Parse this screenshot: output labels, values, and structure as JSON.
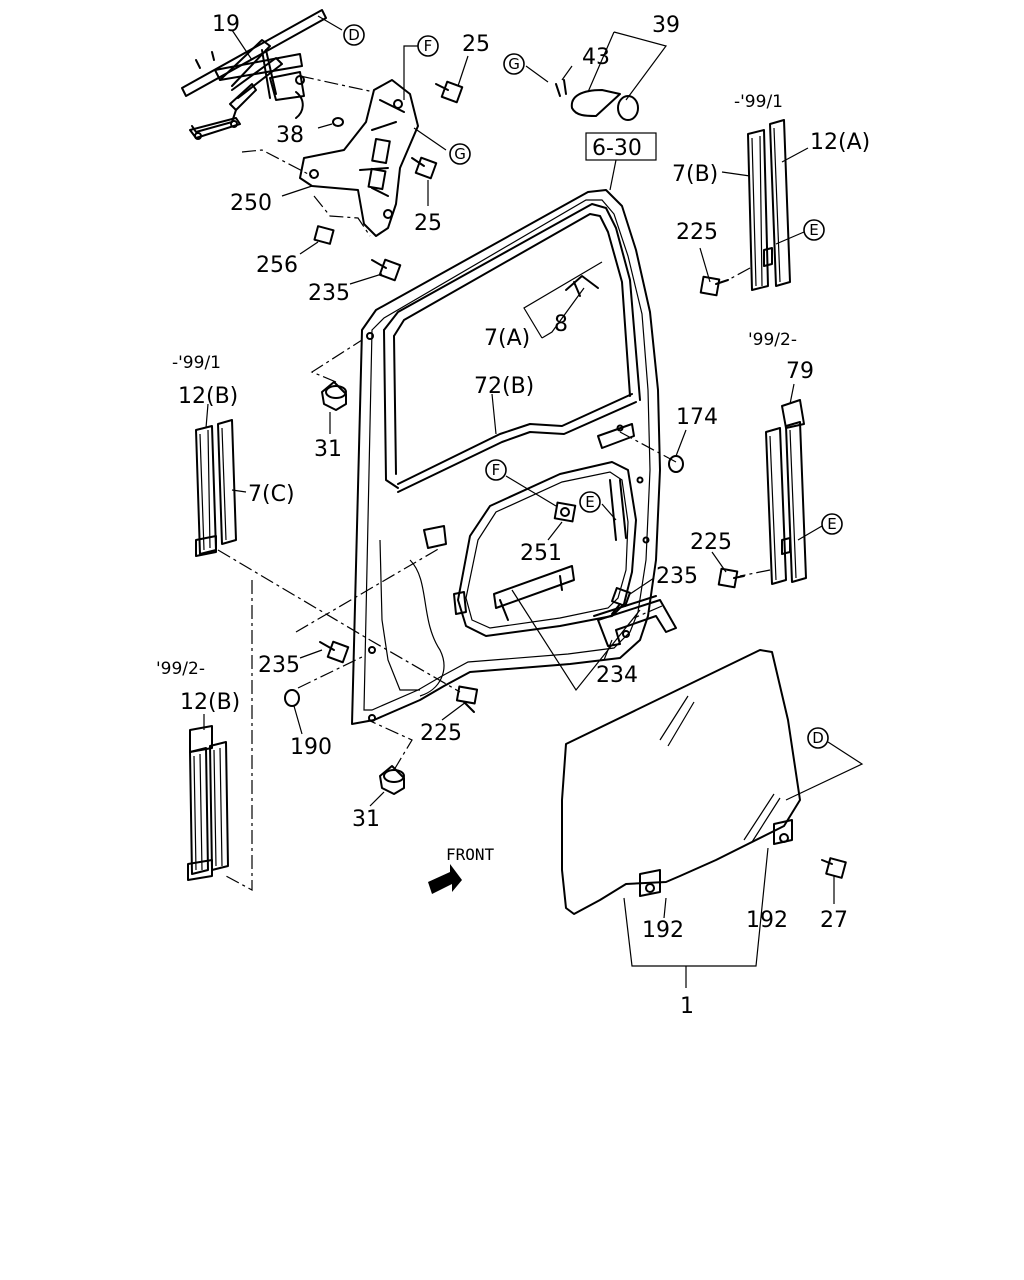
{
  "labels": {
    "p19": "19",
    "p25a": "25",
    "p25b": "25",
    "p38": "38",
    "p250": "250",
    "p256": "256",
    "p235a": "235",
    "p39": "39",
    "p43": "43",
    "p630": "6-30",
    "p7b": "7(B)",
    "p12a": "12(A)",
    "p225a": "225",
    "p7a": "7(A)",
    "p8": "8",
    "p72b": "72(B)",
    "p174": "174",
    "p31a": "31",
    "p12b1": "12(B)",
    "p7c": "7(C)",
    "p251": "251",
    "p225b": "225",
    "p79": "79",
    "p235b": "235",
    "p234": "234",
    "p235c": "235",
    "p225c": "225",
    "p190": "190",
    "p31b": "31",
    "p12b2": "12(B)",
    "p192a": "192",
    "p192b": "192",
    "p27": "27",
    "p1": "1",
    "front": "FRONT"
  },
  "periods": {
    "top_right": "-'99/1",
    "mid_right": "'99/2-",
    "left_top": "-'99/1",
    "left_bottom": "'99/2-"
  },
  "callouts": {
    "D1": "D",
    "D2": "D",
    "F1": "F",
    "F2": "F",
    "G1": "G",
    "G2": "G",
    "E1": "E",
    "E2": "E",
    "E3": "E"
  }
}
